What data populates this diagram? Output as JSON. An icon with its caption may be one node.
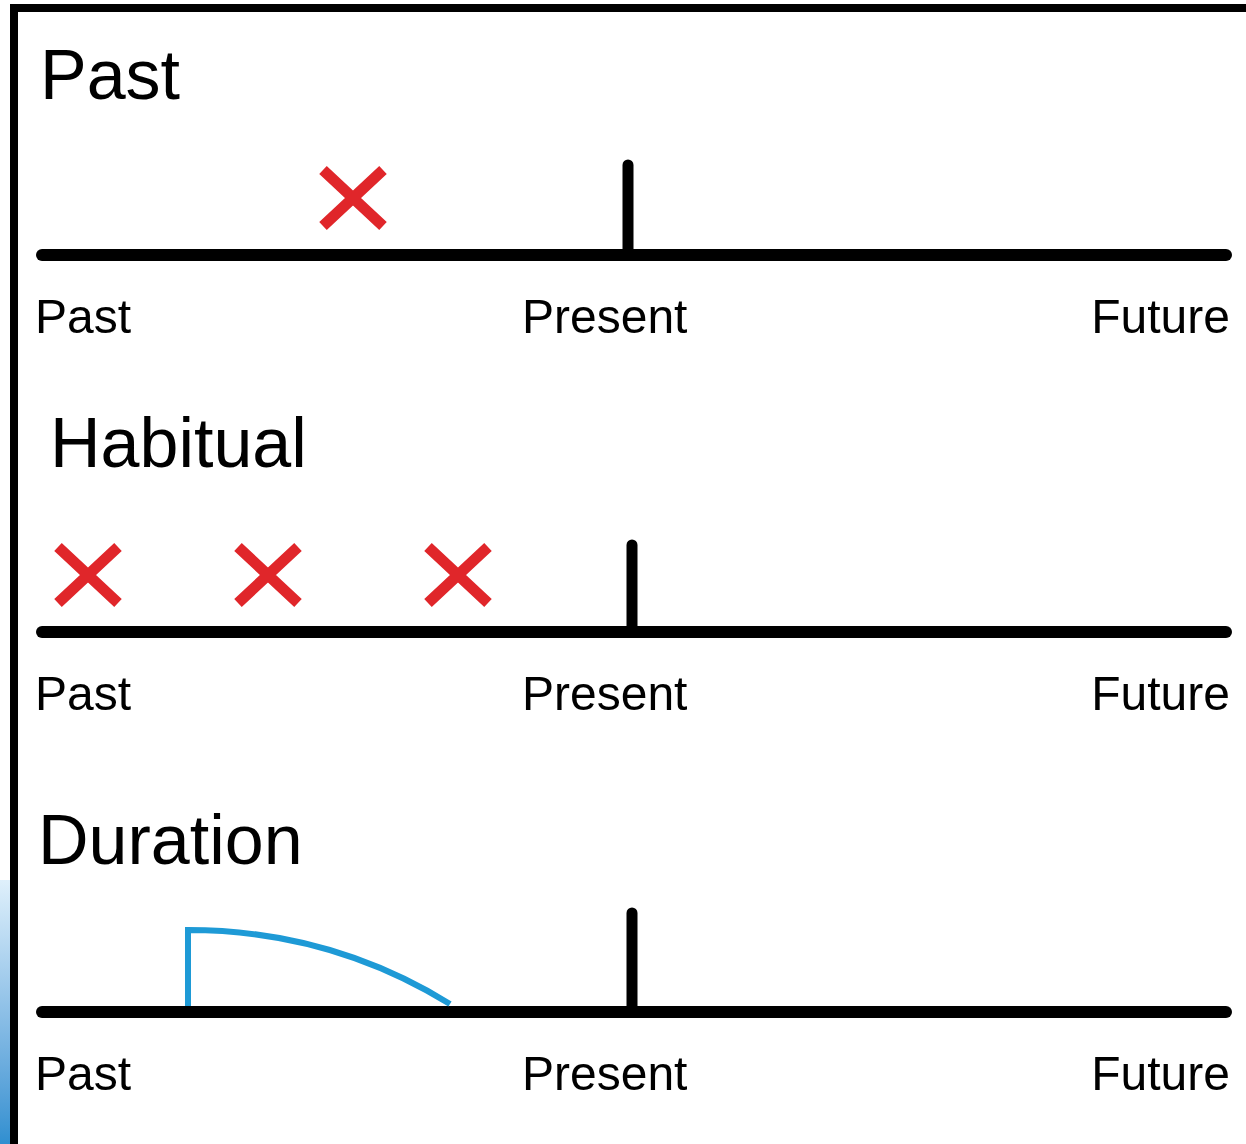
{
  "diagram": {
    "labels": [
      "Past",
      "Past",
      "Present",
      "Future",
      "Habitual",
      "Past",
      "Present",
      "Future",
      "Duration",
      "Past",
      "Present",
      "Future"
    ]
  }
}
